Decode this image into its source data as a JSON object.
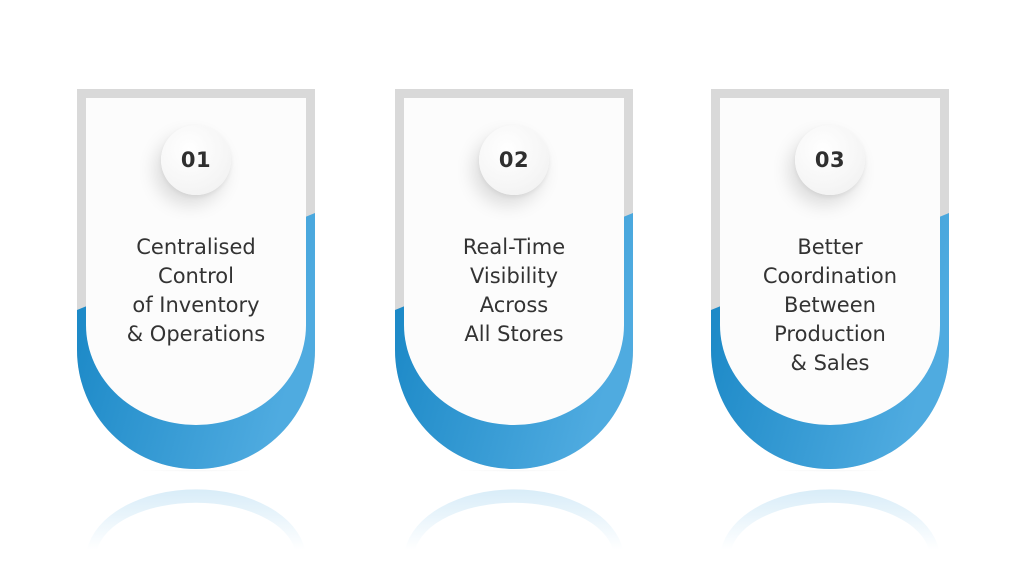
{
  "colors": {
    "frame_gray": "#d9d9d9",
    "inner_white": "#fcfcfc",
    "blue_dark": "#1685c4",
    "blue_light": "#4fabe0",
    "text": "#333333",
    "badge_text": "#2f2f2f"
  },
  "cards": [
    {
      "number": "01",
      "lines": [
        "Centralised",
        "Control",
        "of Inventory",
        "& Operations"
      ]
    },
    {
      "number": "02",
      "lines": [
        "Real-Time",
        "Visibility",
        "Across",
        "All Stores"
      ]
    },
    {
      "number": "03",
      "lines": [
        "Better",
        "Coordination",
        "Between",
        "Production",
        "& Sales"
      ]
    }
  ]
}
